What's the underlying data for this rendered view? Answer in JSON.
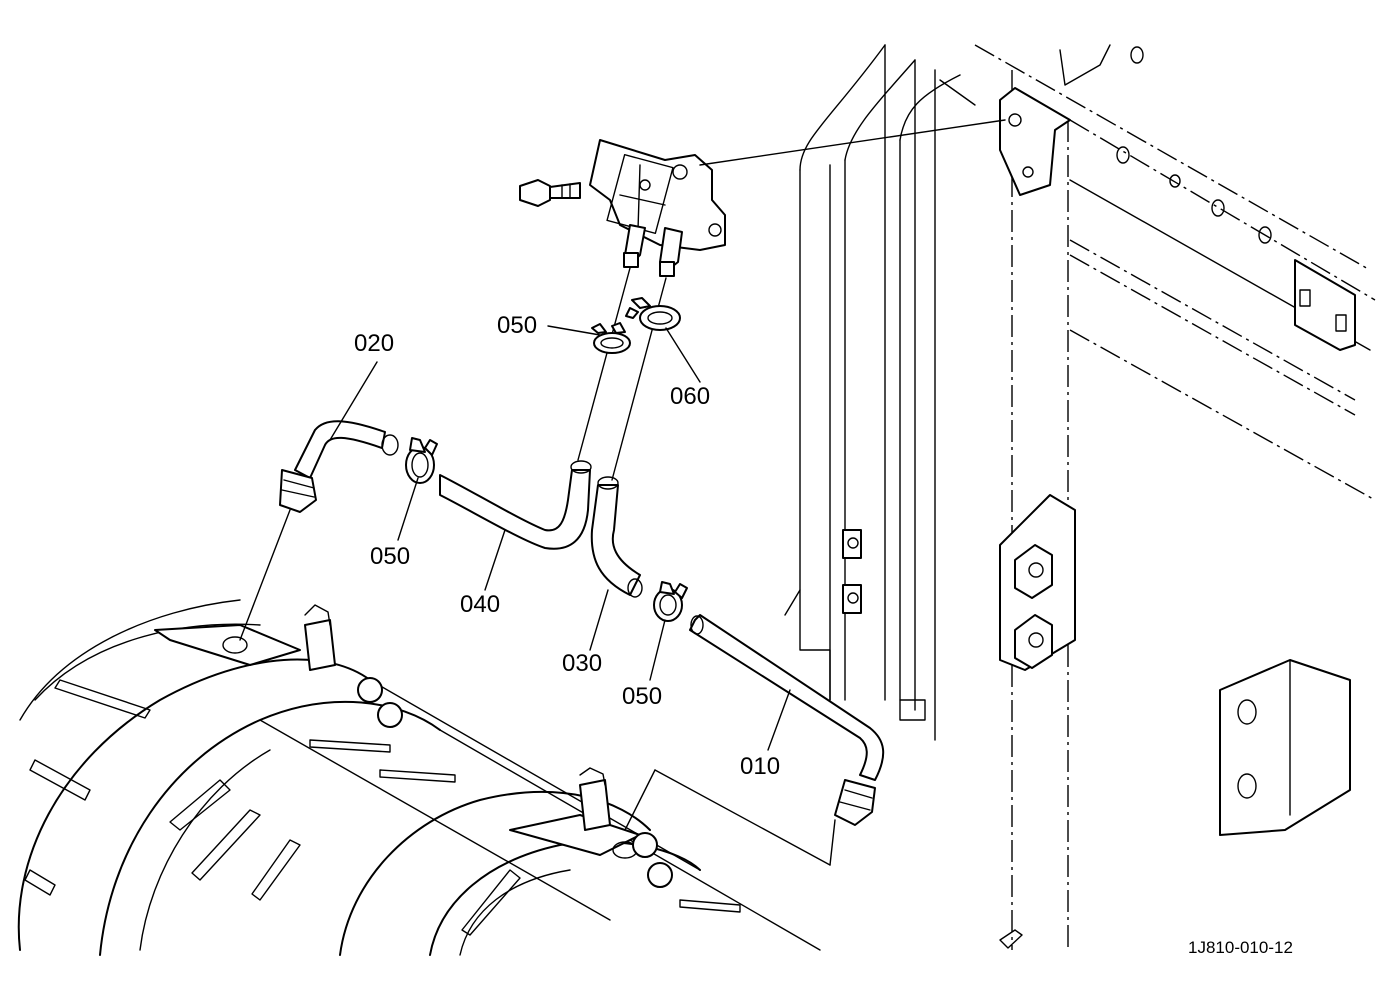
{
  "parts": [
    {
      "id": "p010",
      "label": "010"
    },
    {
      "id": "p020",
      "label": "020"
    },
    {
      "id": "p030",
      "label": "030"
    },
    {
      "id": "p040",
      "label": "040"
    },
    {
      "id": "p050a",
      "label": "050"
    },
    {
      "id": "p050b",
      "label": "050"
    },
    {
      "id": "p050c",
      "label": "050"
    },
    {
      "id": "p060",
      "label": "060"
    }
  ],
  "drawing_code": "1J810-010-12"
}
